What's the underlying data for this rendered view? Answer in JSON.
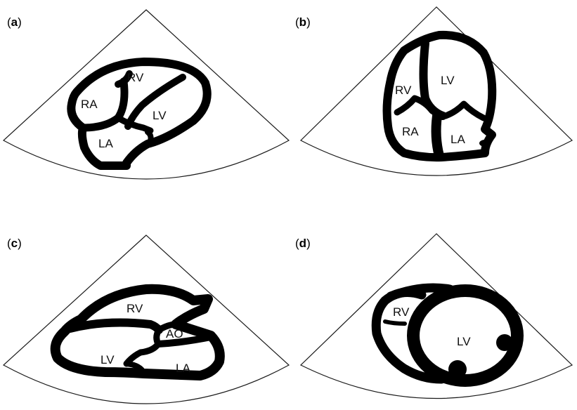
{
  "panels": [
    {
      "id": "a",
      "label": "a",
      "chambers": [
        "RV",
        "RA",
        "LV",
        "LA"
      ]
    },
    {
      "id": "b",
      "label": "b",
      "chambers": [
        "LV",
        "RV",
        "RA",
        "LA"
      ]
    },
    {
      "id": "c",
      "label": "c",
      "chambers": [
        "RV",
        "AO",
        "LV",
        "LA"
      ]
    },
    {
      "id": "d",
      "label": "d",
      "chambers": [
        "RV",
        "LV"
      ]
    }
  ]
}
